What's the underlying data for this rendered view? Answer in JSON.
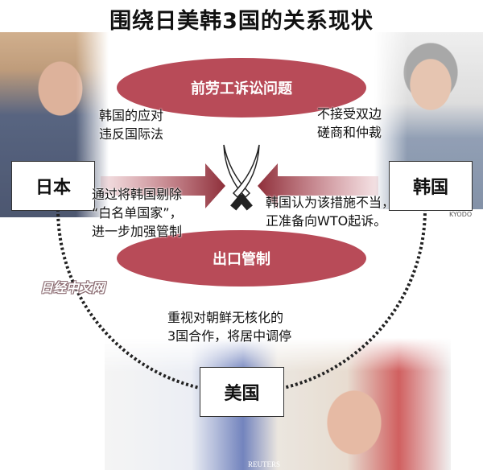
{
  "title": "围绕日美韩3国的关系现状",
  "issues": {
    "top": "前劳工诉讼问题",
    "bottom": "出口管制"
  },
  "countries": {
    "japan": "日本",
    "korea": "韩国",
    "usa": "美国"
  },
  "statements": {
    "japan_top": "韩国的应对\n违反国际法",
    "korea_top": "不接受双边\n磋商和仲裁",
    "japan_bottom": "通过将韩国剔除\n“白名单国家”，\n进一步加强管制",
    "korea_bottom": "韩国认为该措施不当，\n正准备向WTO起诉。",
    "usa": "重视对朝鲜无核化的\n3国合作，将居中调停"
  },
  "credits": {
    "kyodo": "KYODO",
    "reuters": "REUTERS",
    "watermark": "日经中文网"
  },
  "colors": {
    "accent": "#b84b58"
  }
}
